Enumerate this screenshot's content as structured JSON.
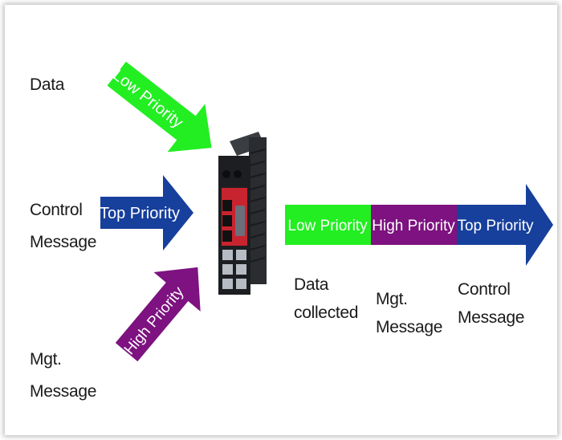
{
  "inputs": {
    "data_label": "Data",
    "control_label": "Control\nMessage",
    "mgt_label": "Mgt.\nMessage"
  },
  "arrows": {
    "low": "Low Priority",
    "top": "Top Priority",
    "high": "High Priority"
  },
  "output": {
    "seg_low": "Low Priority",
    "seg_high": "High Priority",
    "seg_top": "Top Priority",
    "cap_low": "Data\ncollected",
    "cap_high": "Mgt.\nMessage",
    "cap_top": "Control\nMessage"
  },
  "colors": {
    "low": "#22ee22",
    "top": "#173f9c",
    "high": "#7d1280"
  },
  "device": {
    "icon": "industrial-ethernet-switch-icon"
  }
}
